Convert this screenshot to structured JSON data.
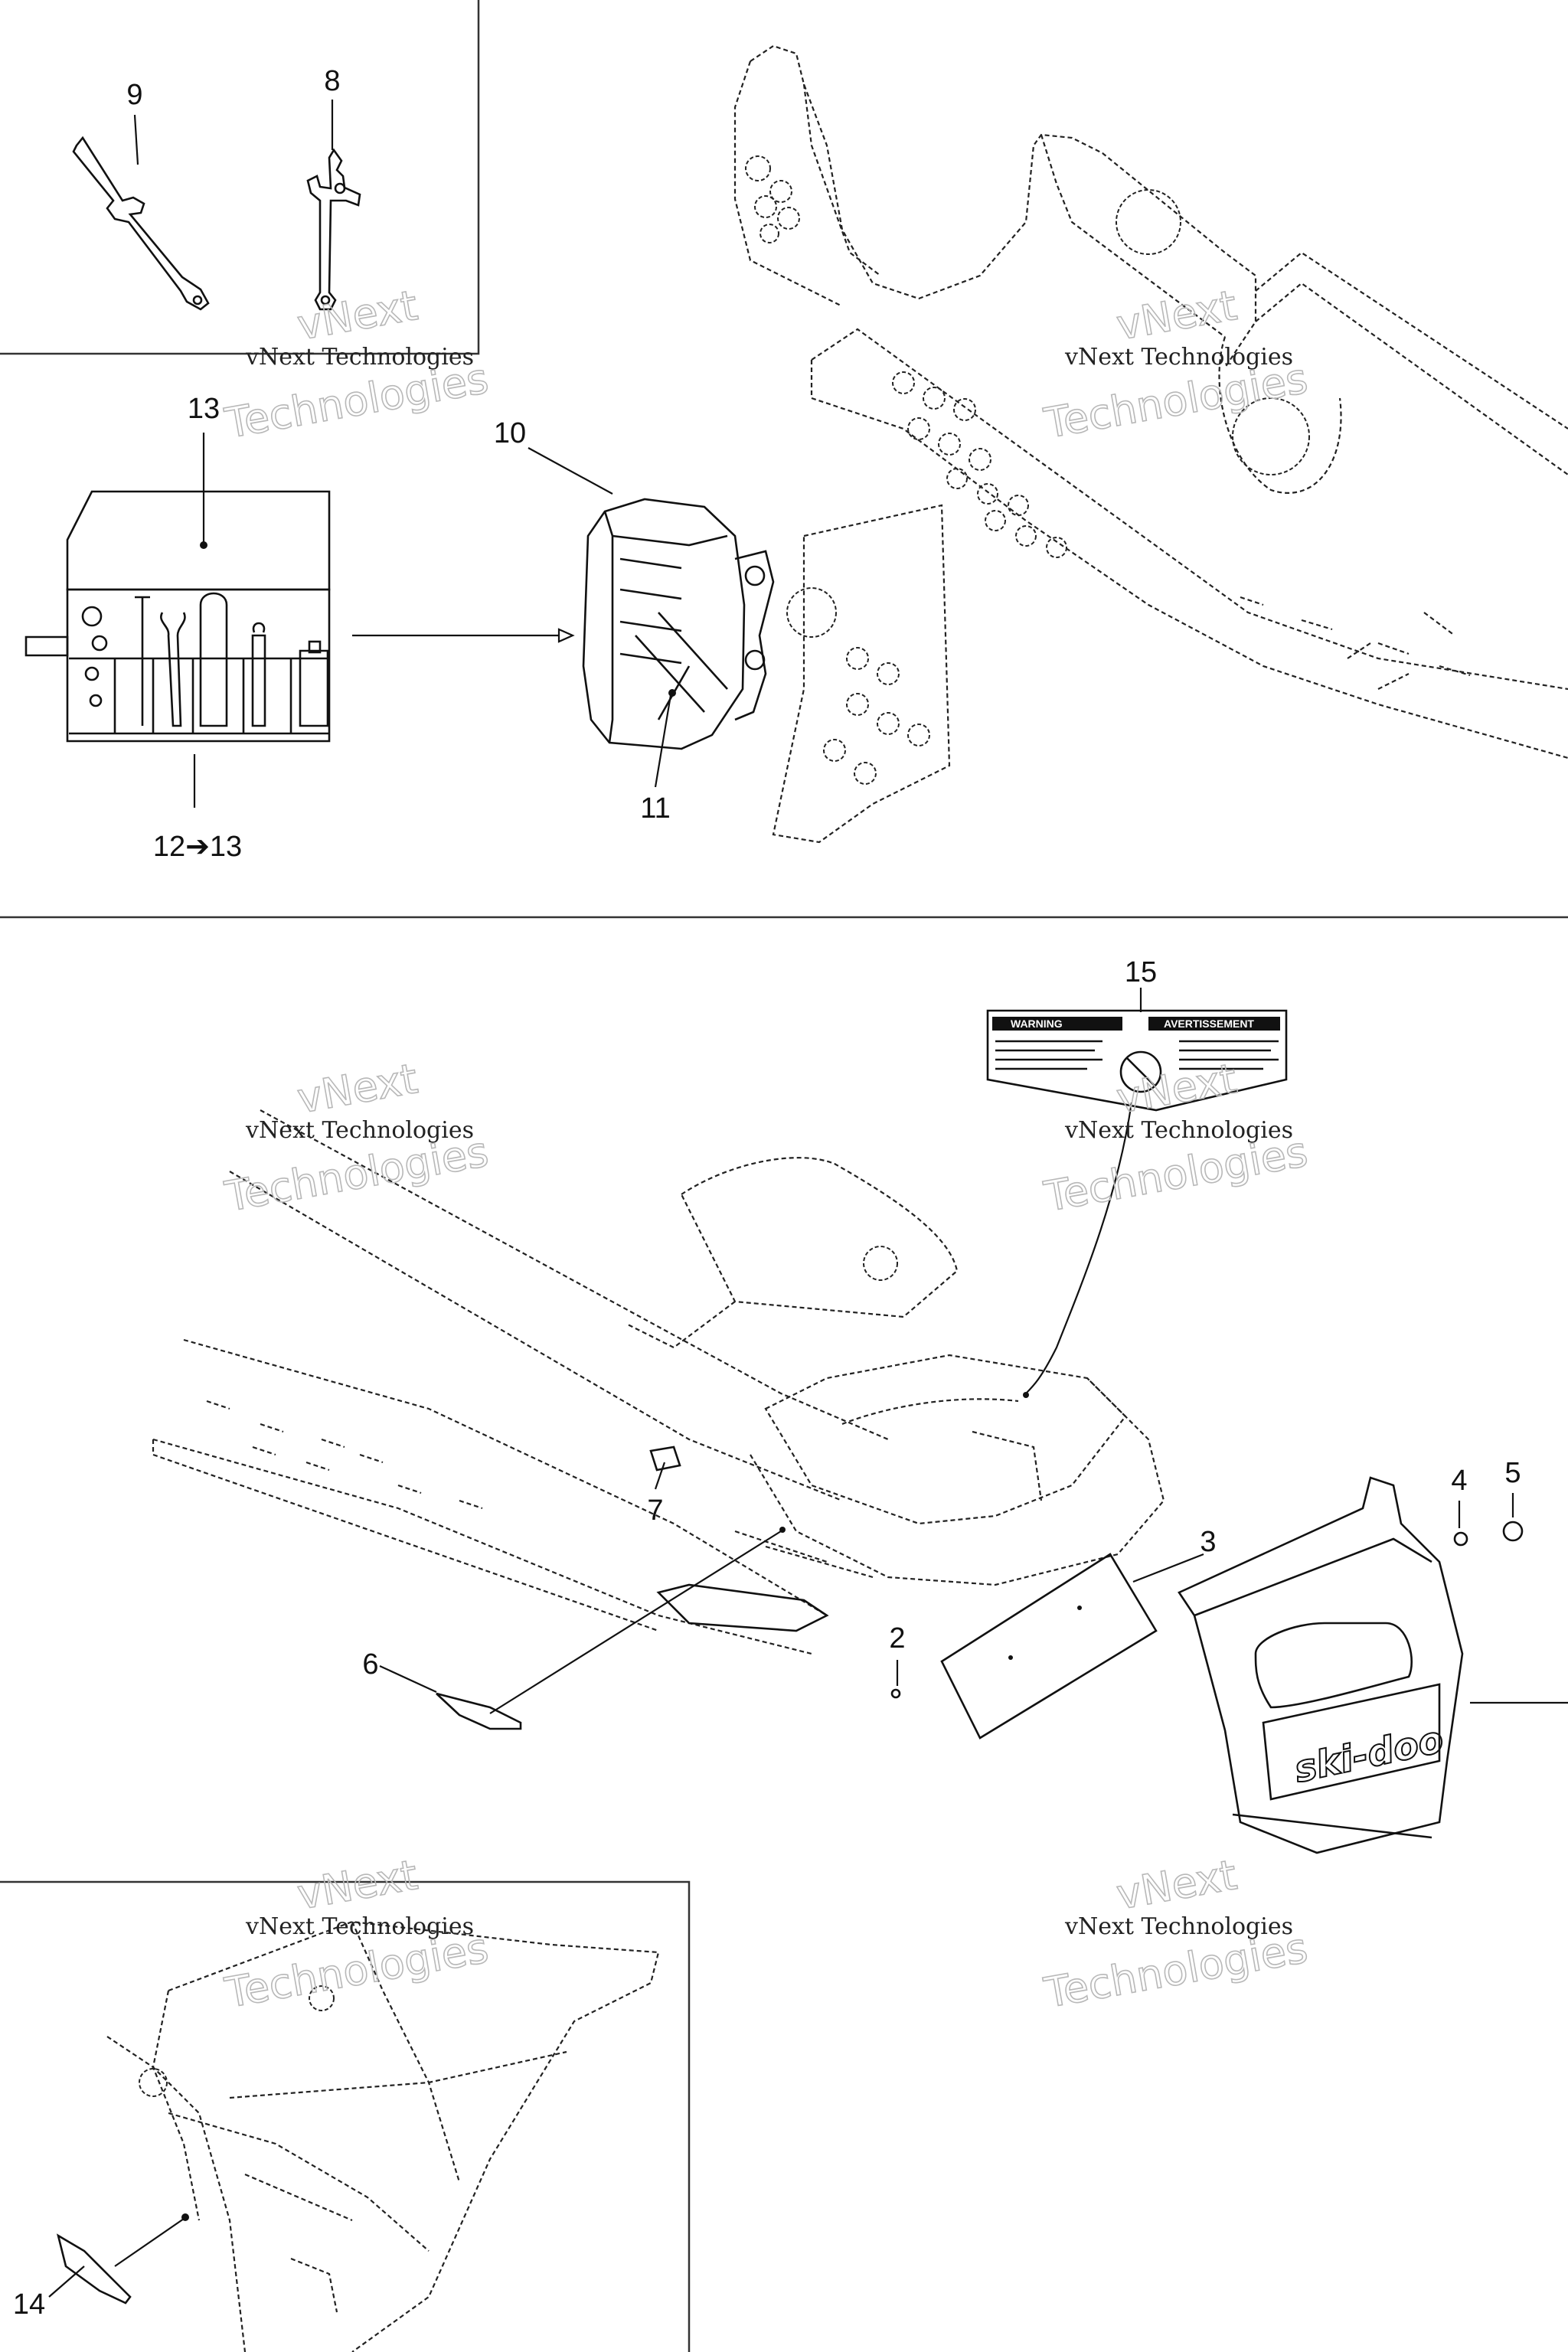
{
  "callouts": {
    "c9": "9",
    "c8": "8",
    "c13": "13",
    "c10": "10",
    "c11": "11",
    "c12_13": "12➔13",
    "c15": "15",
    "c7": "7",
    "c3": "3",
    "c4": "4",
    "c5": "5",
    "c2": "2",
    "c6": "6",
    "c14": "14"
  },
  "watermark": {
    "brand_top": "vNext",
    "brand_line": "vNext Technologies",
    "brand_bottom": "Technologies"
  },
  "decal": {
    "warning_left": "WARNING",
    "warning_right": "AVERTISSEMENT"
  },
  "flap_logo": "ski-doo",
  "colors": {
    "line": "#222222",
    "watermark": "#b8b8b8",
    "background": "#ffffff"
  }
}
